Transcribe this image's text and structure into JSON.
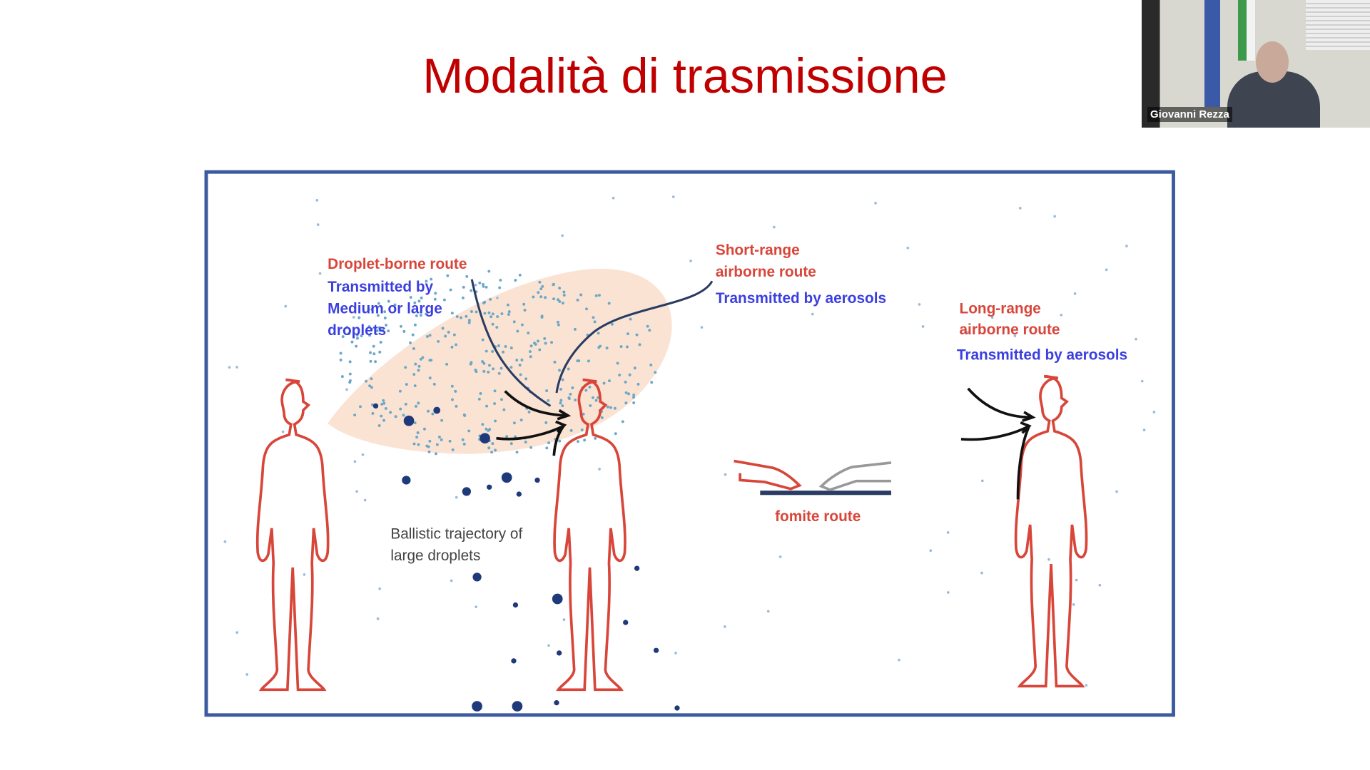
{
  "slide": {
    "title": "Modalità di trasmissione",
    "colors": {
      "title": "#c00000",
      "frame": "#3b5aa0",
      "red_label": "#d8463a",
      "blue_label": "#3b3fe0"
    },
    "figure": {
      "droplet_route": {
        "title": "Droplet-borne route",
        "desc": [
          "Transmitted by",
          "Medium or large",
          "droplets"
        ]
      },
      "short_range": {
        "title": [
          "Short-range",
          "airborne route"
        ],
        "desc": "Transmitted by aerosols"
      },
      "long_range": {
        "title": [
          "Long-range",
          "airborne route"
        ],
        "desc": "Transmitted by aerosols"
      },
      "ballistic": [
        "Ballistic trajectory of",
        "large droplets"
      ],
      "fomite": "fomite route"
    }
  },
  "video": {
    "participant_name": "Giovanni Rezza"
  }
}
